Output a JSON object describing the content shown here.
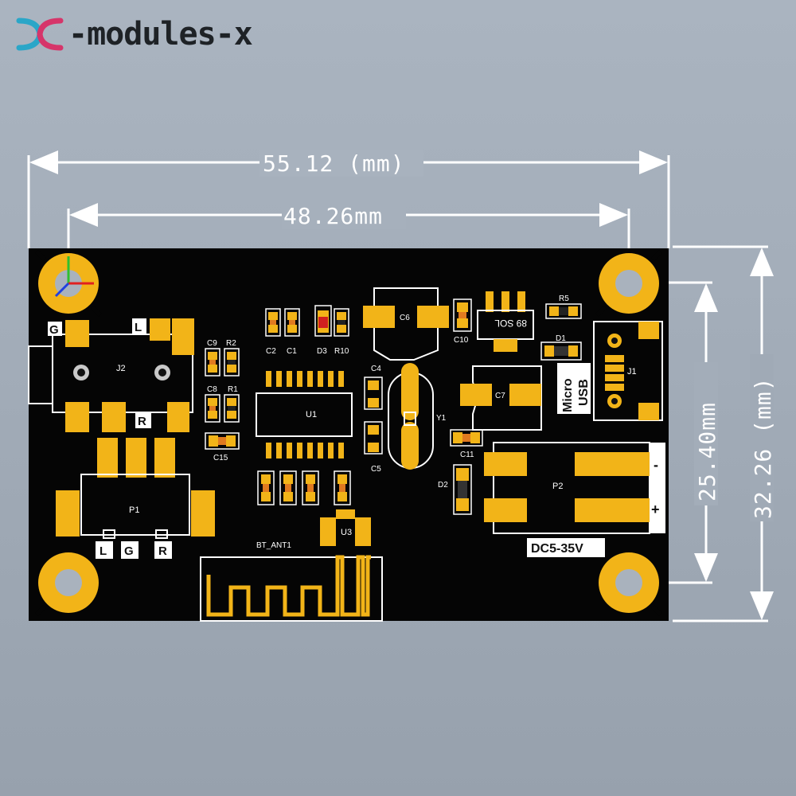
{
  "brand": {
    "name": "-modules-x"
  },
  "dimensions": {
    "outer_width": "55.12 (mm)",
    "hole_spacing_width": "48.26mm",
    "hole_spacing_height": "25.40mm",
    "outer_height": "32.26 (mm)"
  },
  "pcb_labels": {
    "g": "G",
    "l": "L",
    "r": "R",
    "j2": "J2",
    "p1": "P1",
    "p1_pins": [
      "L",
      "G",
      "R"
    ],
    "c9": "C9",
    "r2": "R2",
    "c8": "C8",
    "r1": "R1",
    "c15": "C15",
    "c2": "C2",
    "c1": "C1",
    "d3": "D3",
    "r10": "R10",
    "u1": "U1",
    "c4": "C4",
    "c5": "C5",
    "y1": "Y1",
    "c6": "C6",
    "c10": "C10",
    "reg": "89 SOL",
    "r5": "R5",
    "d1": "D1",
    "micro": "Micro",
    "usb": "USB",
    "j1": "J1",
    "c7": "C7",
    "c11": "C11",
    "d2": "D2",
    "p2": "P2",
    "minus": "-",
    "plus": "+",
    "power": "DC5-35V",
    "bt_ant": "BT_ANT1",
    "u3": "U3"
  }
}
